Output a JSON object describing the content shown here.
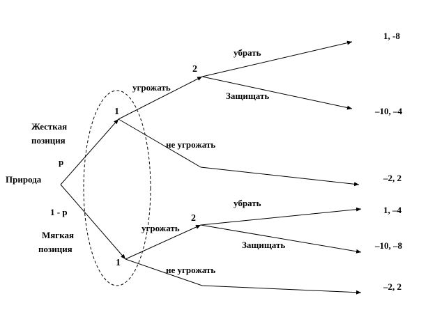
{
  "nature": {
    "label": "Природа",
    "prob_tough": "p",
    "prob_soft": "1 - p",
    "branch_tough": [
      "Жесткая",
      "позиция"
    ],
    "branch_soft": [
      "Мягкая",
      "позиция"
    ]
  },
  "upper": {
    "player1": "1",
    "threaten": "угрожать",
    "not_threaten": "не угрожать",
    "player2": "2",
    "remove": "убрать",
    "defend": "Защищать",
    "payoff_remove": "1, -8",
    "payoff_defend": "–10, –4",
    "payoff_not_threaten": "–2, 2"
  },
  "lower": {
    "player1": "1",
    "threaten": "угрожать",
    "not_threaten": "не угрожать",
    "player2": "2",
    "remove": "убрать",
    "defend": "Защищать",
    "payoff_remove": "1, –4",
    "payoff_defend": "–10, –8",
    "payoff_not_threaten": "–2, 2"
  },
  "style": {
    "line_color": "#000000",
    "background": "#ffffff"
  }
}
